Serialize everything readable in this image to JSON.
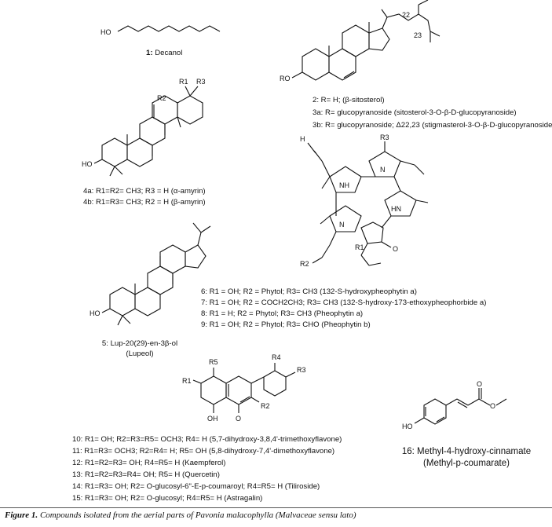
{
  "compound1": {
    "number": "1:",
    "name": "Decanol",
    "fragment": "HO"
  },
  "compound2_3": {
    "fragment_ro": "RO",
    "num22": "22",
    "num23": "23",
    "line2": "2: R= H; (β-sitosterol)",
    "line3a": "3a: R= glucopyranoside (sitosterol-3-O-β-D-glucopyranoside)",
    "line3b": "3b: R= glucopyranoside; Δ22,23 (stigmasterol-3-O-β-D-glucopyranoside)"
  },
  "compound4": {
    "r1": "R1",
    "r2": "R2",
    "r3": "R3",
    "ho": "HO",
    "line4a": "4a: R1=R2= CH3; R3 = H (α-amyrin)",
    "line4b": "4b: R1=R3= CH3; R2 = H (β-amyrin)"
  },
  "compound5": {
    "ho": "HO",
    "line1": "5: Lup-20(29)-en-3β-ol",
    "line2": "(Lupeol)"
  },
  "compound6_9": {
    "h": "H",
    "r3": "R3",
    "nh1": "NH",
    "n1": "N",
    "n2": "N",
    "hn": "HN",
    "r1": "R1",
    "o": "O",
    "r2o": "R2",
    "line6": "6: R1 = OH; R2 = Phytol; R3= CH3 (132-S-hydroxypheophytin a)",
    "line7": "7: R1 = OH; R2 = COCH2CH3; R3= CH3 (132-S-hydroxy-173-ethoxypheophorbide a)",
    "line8": "8: R1 = H; R2 = Phytol; R3= CH3 (Pheophytin a)",
    "line9": "9: R1 = OH; R2 = Phytol; R3= CHO (Pheophytin b)"
  },
  "compound10_15": {
    "r1": "R1",
    "r2": "R2",
    "r3": "R3",
    "r4": "R4",
    "r5": "R5",
    "oh": "OH",
    "o": "O",
    "line10": "10: R1= OH; R2=R3=R5= OCH3; R4= H (5,7-dihydroxy-3,8,4'-trimethoxyflavone)",
    "line11": "11: R1=R3= OCH3; R2=R4= H; R5= OH (5,8-dihydroxy-7,4'-dimethoxyflavone)",
    "line12": "12: R1=R2=R3= OH; R4=R5= H (Kaempferol)",
    "line13": "13: R1=R2=R3=R4= OH; R5= H (Quercetin)",
    "line14": "14: R1=R3= OH; R2= O-glucosyl-6\"-E-p-coumaroyl; R4=R5= H (Tiliroside)",
    "line15": "15: R1=R3= OH; R2= O-glucosyl; R4=R5= H (Astragalin)"
  },
  "compound16": {
    "ho": "HO",
    "o1": "O",
    "o2": "O",
    "line1": "16: Methyl-4-hydroxy-cinnamate",
    "line2": "(Methyl-p-coumarate)"
  },
  "caption": {
    "label": "Figure 1.",
    "text": "Compounds isolated from the aerial parts of Pavonia malacophylla (Malvaceae sensu lato)"
  }
}
